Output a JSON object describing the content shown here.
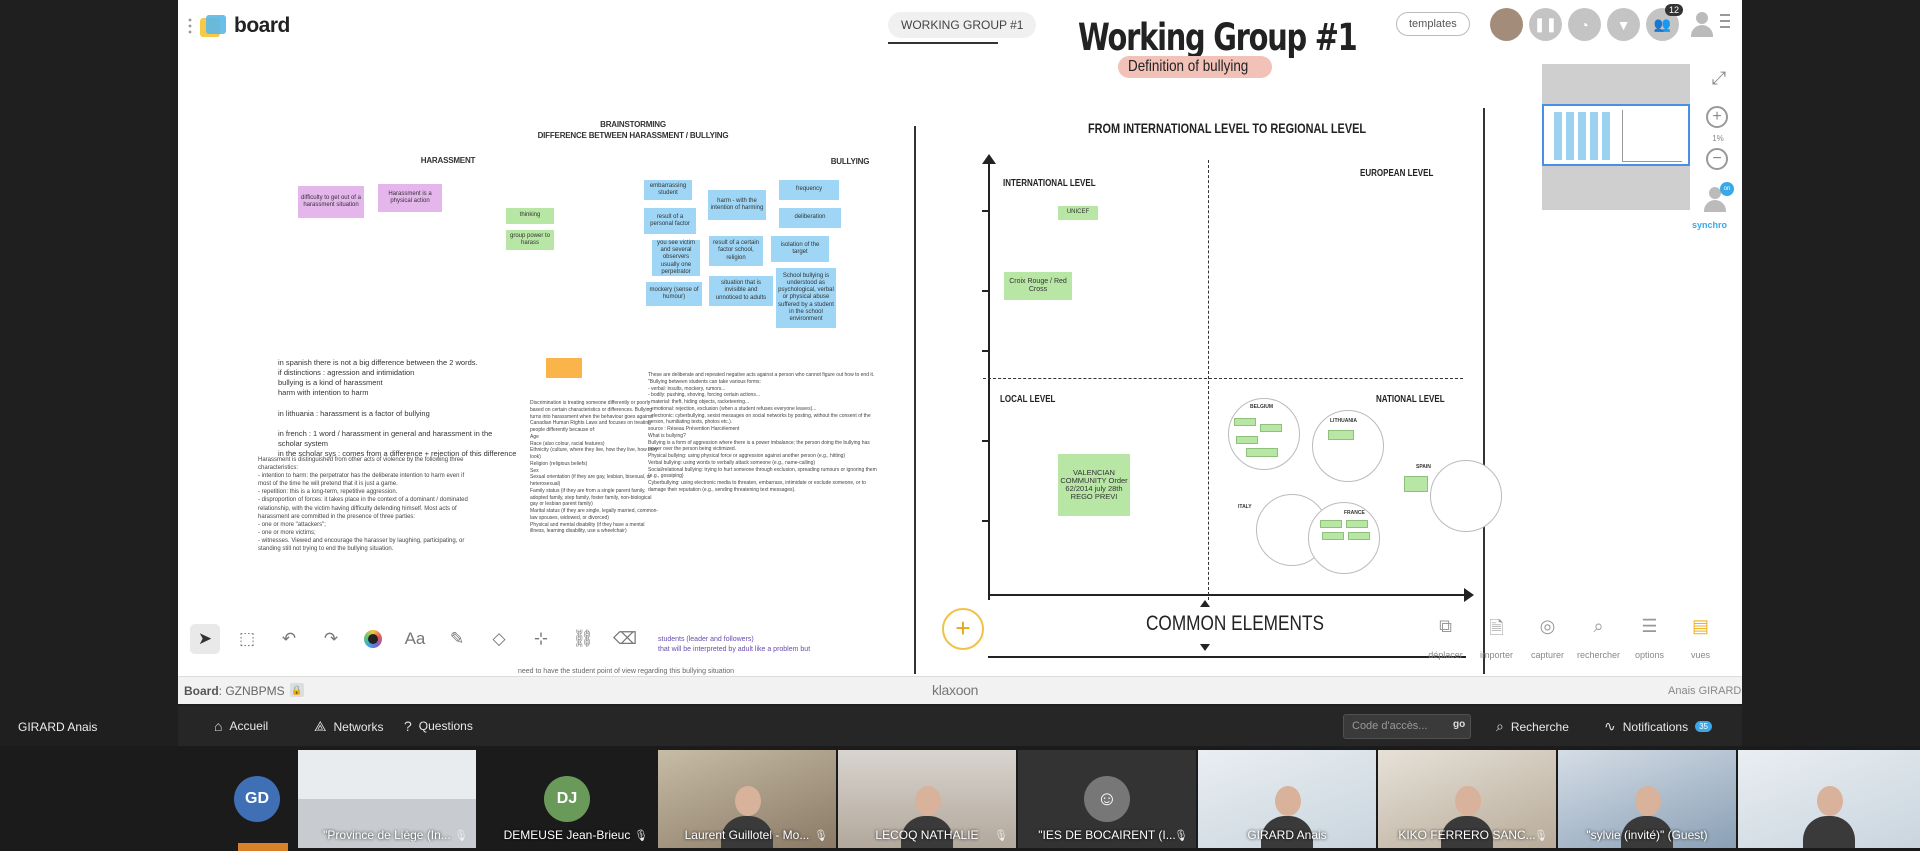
{
  "app": {
    "logo_text": "board"
  },
  "header": {
    "tab_label": "WORKING GROUP #1",
    "title": "Working Group #1",
    "subtitle": "Definition of bullying",
    "templates_label": "templates",
    "users_badge": "12"
  },
  "minimap": {
    "zoom": "1%",
    "sync_label": "synchro",
    "sync_badge": "on"
  },
  "brainstorm": {
    "title": "BRAINSTORMING",
    "subtitle": "DIFFERENCE BETWEEN HARASSMENT / BULLYING",
    "col_left": "HARASSMENT",
    "col_right": "BULLYING",
    "notes_pink": [
      "difficulty to get out of a harassment situation",
      "Harassment is a physical action"
    ],
    "notes_green": [
      "thinking",
      "group power to harass"
    ],
    "notes_blue": [
      "embarrassing student",
      "harm - with the intention of harming",
      "frequency",
      "result of a personal factor",
      "deliberation",
      "you see victim and several observers usually one perpetrator",
      "result of a certain factor school, religion",
      "isolation of the target",
      "mockery (sense of humour)",
      "situation that is invisible and unnoticed to adults",
      "School bullying is understood as psychological, verbal or physical abuse suffered by a student in the school environment"
    ],
    "note_orange": "",
    "text_main": [
      "in spanish there is not a big difference between the 2 words.",
      "if distinctions : agression and intimidation",
      "bullying is a kind of harassment",
      "harm with intention to harm",
      "",
      "in lithuania : harassment is a factor of bullying",
      "",
      "in french : 1 word / harassment in general and harassment in the scholar system",
      "in the scholar sys : comes from a difference + rejection of this difference"
    ],
    "text_left_small": [
      "Harassment is distinguished from other acts of violence by the following three characteristics:",
      "- intention to harm: the perpetrator has the deliberate intention to harm even if most of the time he will pretend that it is just a game.",
      "- repetition: this is a long-term, repetitive aggression.",
      "- disproportion of forces: it takes place in the context of a dominant / dominated relationship, with the victim having difficulty defending himself. Most acts of harassment are committed in the presence of three parties:",
      "- one or more \"attackers\";",
      "- one or more victims;",
      "- witnesses. Viewed and encourage the harasser by laughing, participating, or standing still not trying to end the bullying situation."
    ],
    "text_mid_small": [
      "Discrimination is treating someone differently or poorly based on certain characteristics or differences. Bullying turns into harassment when the behaviour goes against Canadian Human Rights Laws and focuses on treating people differently because of:",
      "Age",
      "Race (also colour, racial features)",
      "Ethnicity (culture, where they live, how they live, how they look)",
      "Religion (religious beliefs)",
      "Sex",
      "Sexual orientation (if they are gay, lesbian, bisexual, or heterosexual)",
      "Family status (if they are from a single parent family, adopted family, step family, foster family, non-biological gay or lesbian parent family)",
      "Marital status (if they are single, legally married, common-law spouses, widowed, or divorced)",
      "Physical and mental disability (if they have a mental illness, learning disability, use a wheelchair)"
    ],
    "text_right_small": [
      "These are deliberate and repeated negative acts against a person who cannot figure out how to end it.",
      "\"Bullying between students can take various forms:",
      "- verbal: insults, mockery, rumors...",
      "- bodily: pushing, shoving, forcing certain actions...",
      "- material: theft, hiding objects, racketeering...",
      "- emotional: rejection, exclusion (when a student refuses everyone leaves)...",
      "- electronic: cyberbullying, sexist messages on social networks by posting, without the consent of the person, humiliating texts, photos etc.).",
      "source : Réseau Prévention Harcèlement",
      "What is bullying?",
      "Bullying is a form of aggression where there is a power imbalance; the person doing the bullying has power over the person being victimized.",
      "Physical bullying: using physical force or aggression against another person (e.g., hitting)",
      "Verbal bullying: using words to verbally attack someone (e.g., name-calling)",
      "Social/relational bullying: trying to hurt someone through exclusion, spreading rumours or ignoring them (e.g., gossiping)",
      "Cyberbullying: using electronic media to threaten, embarrass, intimidate or exclude someone, or to damage their reputation (e.g., sending threatening text messages)."
    ],
    "purple_note": [
      "students (leader and followers)",
      "that will be interpreted by adult like a problem but"
    ],
    "clip_text": "need to have the student point of view regarding this bullying situation"
  },
  "map": {
    "title": "FROM INTERNATIONAL LEVEL TO REGIONAL LEVEL",
    "international": "INTERNATIONAL LEVEL",
    "european": "EUROPEAN LEVEL",
    "local": "LOCAL LEVEL",
    "national": "NATIONAL LEVEL",
    "note_unicef": "UNICEF",
    "note_redcross": "Croix Rouge / Red Cross",
    "note_valencian": "VALENCIAN COMMUNITY Order 62/2014 july 28th REGO PREVI",
    "countries": [
      "BELGIUM",
      "LITHUANIA",
      "SPAIN",
      "ITALY",
      "FRANCE"
    ],
    "common": "COMMON ELEMENTS"
  },
  "toolbar_right": [
    "déplacer",
    "importer",
    "capturer",
    "rechercher",
    "options",
    "vues"
  ],
  "statusbar": {
    "board_label": "Board",
    "board_code": "GZNBPMS",
    "brand": "klaxoon",
    "user": "Anais GIRARD"
  },
  "nav": {
    "home": "Accueil",
    "networks": "Networks",
    "questions": "Questions",
    "access_placeholder": "Code d'accès...",
    "go": "go",
    "search": "Recherche",
    "notifications": "Notifications",
    "notif_count": "35"
  },
  "presenter": "GIRARD Anais",
  "participants": [
    {
      "name": "GD",
      "label": "",
      "color": "#3f6fb4"
    },
    {
      "name": "",
      "label": "\"Province de Liège (In..."
    },
    {
      "name": "DJ",
      "label": "DEMEUSE Jean-Brieuc",
      "color": "#6a9a5a"
    },
    {
      "name": "",
      "label": "Laurent Guillotel - Mo..."
    },
    {
      "name": "",
      "label": "LECOQ NATHALIE"
    },
    {
      "name": "",
      "label": "\"IES DE BOCAIRENT (I..."
    },
    {
      "name": "",
      "label": "GIRARD Anais"
    },
    {
      "name": "",
      "label": "KIKO FERRERO SANC..."
    },
    {
      "name": "",
      "label": "\"sylvie (invité)\" (Guest)"
    },
    {
      "name": "",
      "label": ""
    }
  ],
  "colors": {
    "accent": "#3aa8e8",
    "pink_note": "#e4b6ec",
    "green_note": "#b7e6a5",
    "blue_note": "#9fd6f5",
    "yellow_accent": "#f0c24a"
  }
}
